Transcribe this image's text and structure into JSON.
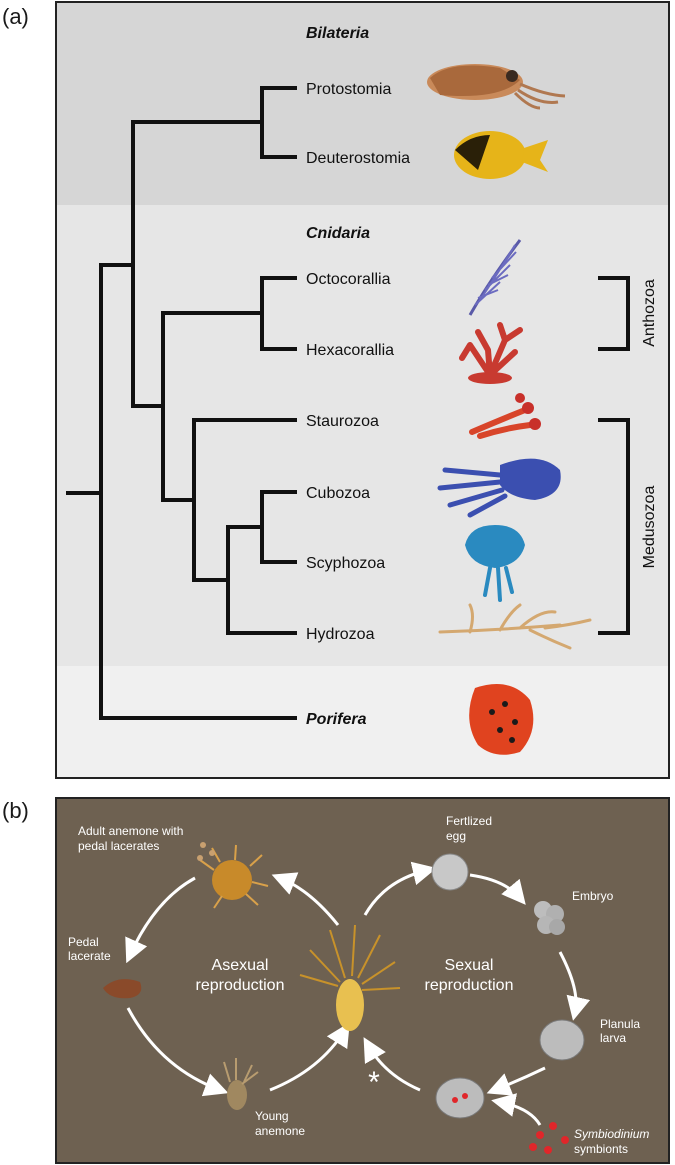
{
  "panel_a": {
    "label": "(a)",
    "groups": {
      "bilateria": "Bilateria",
      "cnidaria": "Cnidaria",
      "porifera": "Porifera"
    },
    "taxa": {
      "protostomia": "Protostomia",
      "deuterostomia": "Deuterostomia",
      "octocorallia": "Octocorallia",
      "hexacorallia": "Hexacorallia",
      "staurozoa": "Staurozoa",
      "cubozoa": "Cubozoa",
      "scyphozoa": "Scyphozoa",
      "hydrozoa": "Hydrozoa"
    },
    "brackets": {
      "anthozoa": "Anthozoa",
      "medusozoa": "Medusozoa"
    },
    "colors": {
      "bilateria_band": "#d6d6d6",
      "cnidaria_band": "#e6e6e6",
      "porifera_band": "#f0f0f0",
      "tree_line": "#111111"
    }
  },
  "panel_b": {
    "label": "(b)",
    "labels": {
      "adult_anemone_1": "Adult anemone with",
      "adult_anemone_2": "pedal lacerates",
      "pedal_lacerate_1": "Pedal",
      "pedal_lacerate_2": "lacerate",
      "young_anemone_1": "Young",
      "young_anemone_2": "anemone",
      "asexual_1": "Asexual",
      "asexual_2": "reproduction",
      "sexual_1": "Sexual",
      "sexual_2": "reproduction",
      "fertilized_egg_1": "Fertlized",
      "fertilized_egg_2": "egg",
      "embryo": "Embryo",
      "planula_1": "Planula",
      "planula_2": "larva",
      "symbiodinium_1": "Symbiodinium",
      "symbiodinium_2": "symbionts",
      "asterisk": "*"
    },
    "colors": {
      "background": "#6e6151",
      "text": "#ffffff",
      "arrow": "#ffffff",
      "symbiont_dots": "#e0262a"
    }
  }
}
